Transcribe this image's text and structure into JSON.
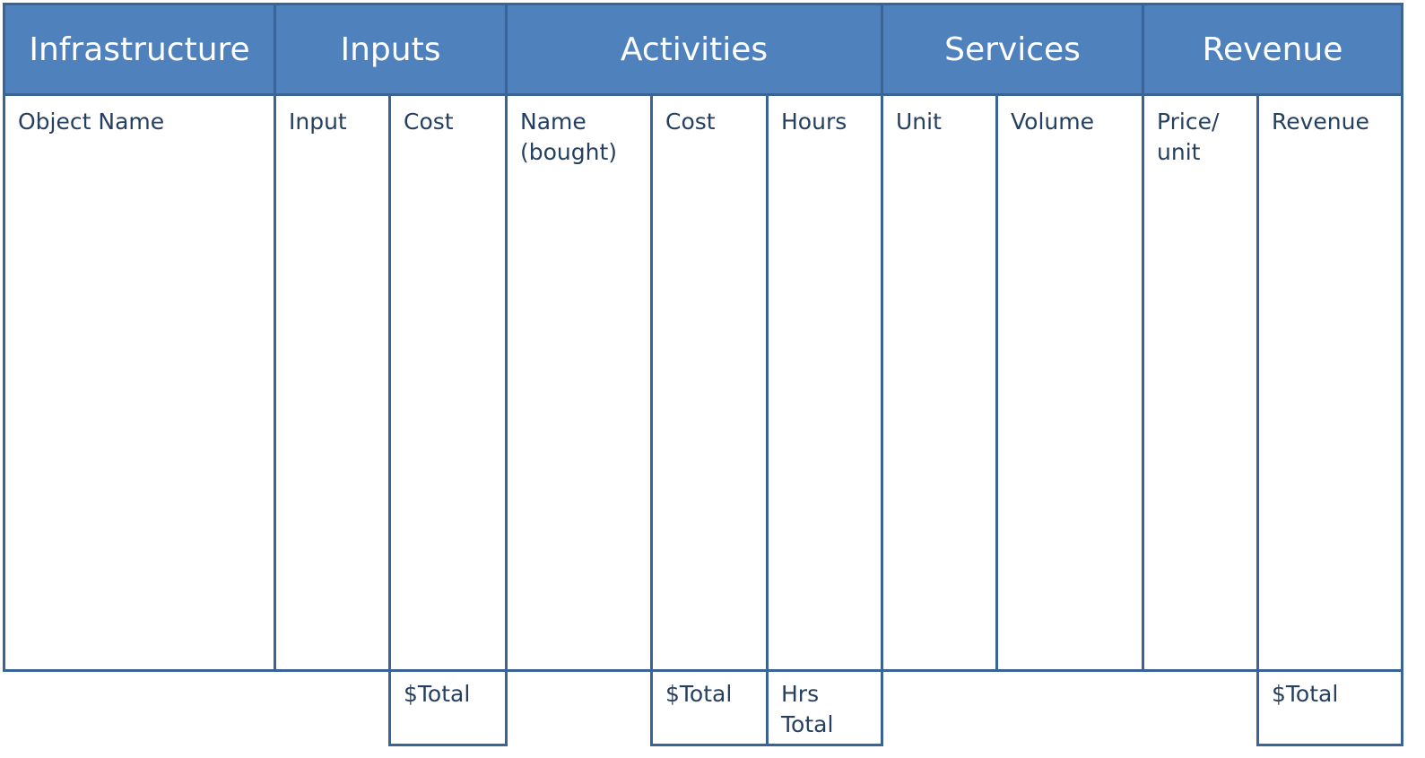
{
  "headers": {
    "infrastructure": "Infrastructure",
    "inputs": "Inputs",
    "activities": "Activities",
    "services": "Services",
    "revenue": "Revenue"
  },
  "columns": {
    "object_name": "Object Name",
    "input": "Input",
    "input_cost": "Cost",
    "name_bought": "Name\n(bought)",
    "activity_cost": "Cost",
    "hours": "Hours",
    "unit": "Unit",
    "volume": "Volume",
    "price_unit": "Price/\nunit",
    "revenue": "Revenue"
  },
  "totals": {
    "input_cost_total": "$Total",
    "activity_cost_total": "$Total",
    "hours_total": "Hrs\nTotal",
    "revenue_total": "$Total"
  },
  "colors": {
    "header_fill": "#4f81bd",
    "border": "#3a6496",
    "header_text": "#ffffff",
    "body_text": "#243f60"
  }
}
